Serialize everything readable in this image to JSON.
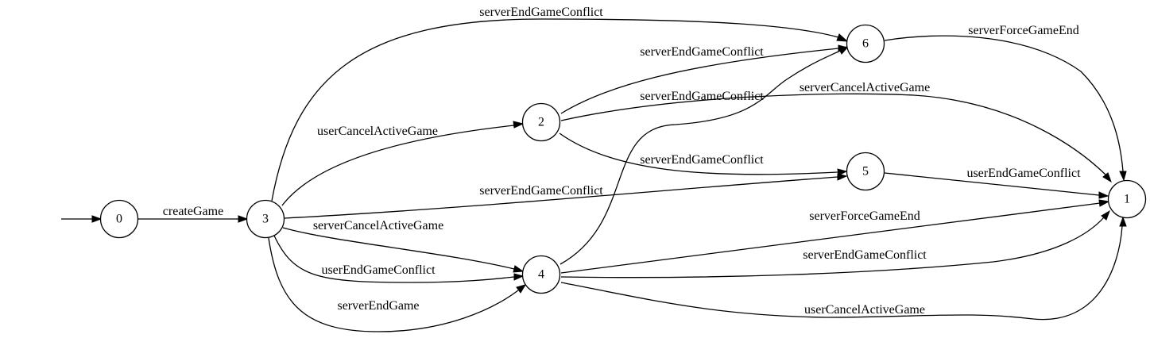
{
  "diagram": {
    "nodes": {
      "n0": "0",
      "n1": "1",
      "n2": "2",
      "n3": "3",
      "n4": "4",
      "n5": "5",
      "n6": "6"
    },
    "edges": {
      "e_0_3": "createGame",
      "e_3_6": "serverEndGameConflict",
      "e_3_2": "userCancelActiveGame",
      "e_3_5": "serverEndGameConflict",
      "e_3_4_cancel": "serverCancelActiveGame",
      "e_3_4_conflict": "userEndGameConflict",
      "e_3_4_end": "serverEndGame",
      "e_2_6": "serverEndGameConflict",
      "e_2_1": "serverCancelActiveGame",
      "e_2_5": "serverEndGameConflict",
      "e_4_6": "serverEndGameConflict",
      "e_6_1": "serverForceGameEnd",
      "e_5_1": "userEndGameConflict",
      "e_4_1_force": "serverForceGameEnd",
      "e_4_1_conflict": "serverEndGameConflict",
      "e_4_1_cancel": "userCancelActiveGame"
    }
  }
}
